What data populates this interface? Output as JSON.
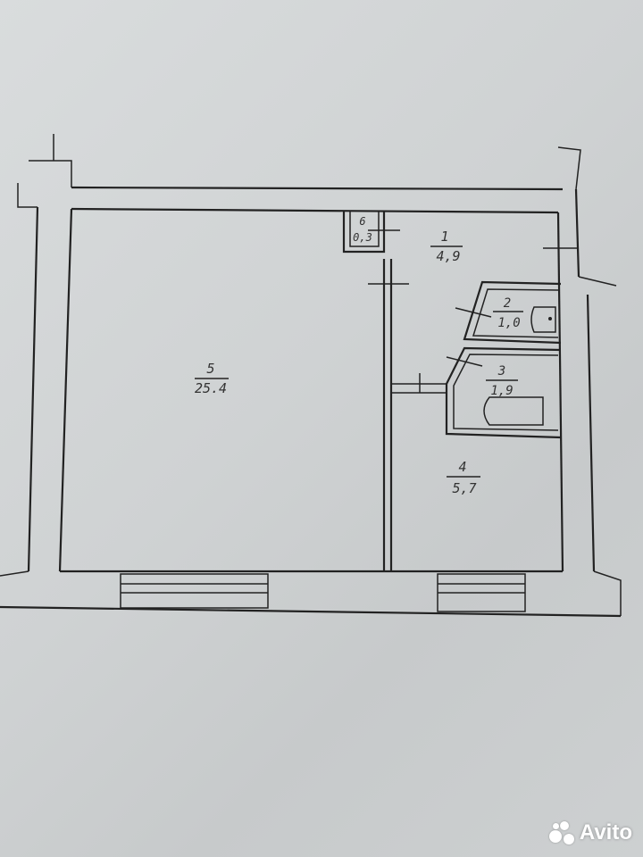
{
  "rooms": [
    {
      "number": "1",
      "area": "4,9"
    },
    {
      "number": "2",
      "area": "1,0"
    },
    {
      "number": "3",
      "area": "1,9"
    },
    {
      "number": "4",
      "area": "5,7"
    },
    {
      "number": "5",
      "area": "25.4"
    },
    {
      "number": "6",
      "area": "0,3"
    }
  ],
  "watermark": {
    "text": "Avito"
  },
  "colors": {
    "ink": "#222222",
    "paper": "#d2d5d6",
    "watermark": "#ffffff"
  }
}
